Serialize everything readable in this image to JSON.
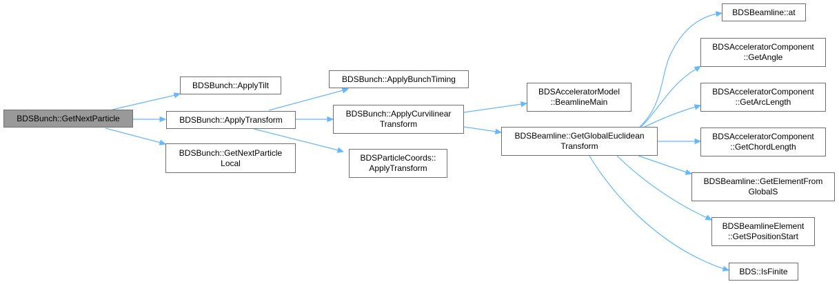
{
  "colors": {
    "edge": "#63b8ff",
    "border": "#6e6e6e",
    "root_fill": "#999999",
    "node_fill": "#ffffff"
  },
  "nodes": {
    "get_next_particle": {
      "lines": [
        "BDSBunch::GetNextParticle"
      ]
    },
    "apply_tilt": {
      "lines": [
        "BDSBunch::ApplyTilt"
      ]
    },
    "apply_transform": {
      "lines": [
        "BDSBunch::ApplyTransform"
      ]
    },
    "get_next_particle_local": {
      "lines": [
        "BDSBunch::GetNextParticle",
        "Local"
      ]
    },
    "apply_bunch_timing": {
      "lines": [
        "BDSBunch::ApplyBunchTiming"
      ]
    },
    "apply_curvilinear_transform": {
      "lines": [
        "BDSBunch::ApplyCurvilinear",
        "Transform"
      ]
    },
    "particle_coords_apply_transform": {
      "lines": [
        "BDSParticleCoords::",
        "ApplyTransform"
      ]
    },
    "beamline_main": {
      "lines": [
        "BDSAcceleratorModel",
        "::BeamlineMain"
      ]
    },
    "get_global_euclidean_transform": {
      "lines": [
        "BDSBeamline::GetGlobalEuclidean",
        "Transform"
      ]
    },
    "beamline_at": {
      "lines": [
        "BDSBeamline::at"
      ]
    },
    "get_angle": {
      "lines": [
        "BDSAcceleratorComponent",
        "::GetAngle"
      ]
    },
    "get_arc_length": {
      "lines": [
        "BDSAcceleratorComponent",
        "::GetArcLength"
      ]
    },
    "get_chord_length": {
      "lines": [
        "BDSAcceleratorComponent",
        "::GetChordLength"
      ]
    },
    "get_element_from_global_s": {
      "lines": [
        "BDSBeamline::GetElementFrom",
        "GlobalS"
      ]
    },
    "get_s_position_start": {
      "lines": [
        "BDSBeamlineElement",
        "::GetSPositionStart"
      ]
    },
    "is_finite": {
      "lines": [
        "BDS::IsFinite"
      ]
    }
  }
}
